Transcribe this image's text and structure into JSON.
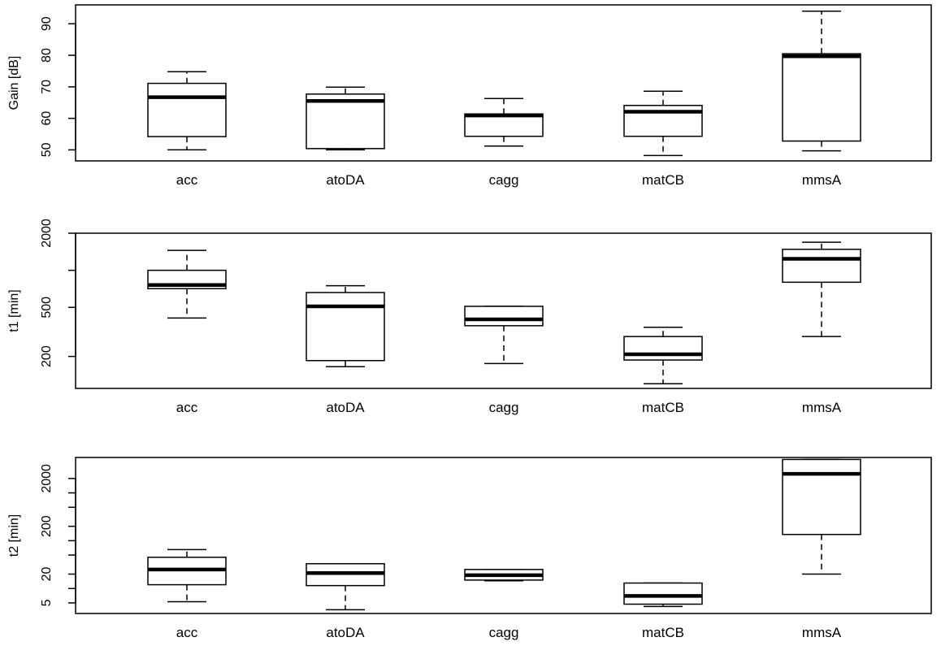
{
  "chart_data": [
    {
      "type": "boxplot",
      "ylabel": "Gain [dB]",
      "yscale": "linear",
      "ylim": [
        46.5,
        96
      ],
      "yticks": [
        50,
        60,
        70,
        80,
        90
      ],
      "ytick_labels": [
        "50",
        "60",
        "70",
        "80",
        "90"
      ],
      "categories": [
        "acc",
        "atoDA",
        "cagg",
        "matCB",
        "mmsA"
      ],
      "boxes": [
        {
          "min": 50,
          "q1": 54.2,
          "median": 66.7,
          "q3": 71.1,
          "max": 74.8
        },
        {
          "min": 50,
          "q1": 50.4,
          "median": 65.5,
          "q3": 67.7,
          "max": 69.9
        },
        {
          "min": 51.2,
          "q1": 54.3,
          "median": 60.9,
          "q3": 61.4,
          "max": 66.3
        },
        {
          "min": 48.2,
          "q1": 54.3,
          "median": 62.1,
          "q3": 64.1,
          "max": 68.6
        },
        {
          "min": 49.7,
          "q1": 52.8,
          "median": 79.7,
          "q3": 80.5,
          "max": 94
        }
      ]
    },
    {
      "type": "boxplot",
      "ylabel": "t1 [min]",
      "yscale": "log",
      "ylim": [
        110,
        2000
      ],
      "yticks": [
        200,
        500,
        1000,
        2000
      ],
      "ytick_labels": [
        "200",
        "500",
        "",
        "2000"
      ],
      "categories": [
        "acc",
        "atoDA",
        "cagg",
        "matCB",
        "mmsA"
      ],
      "boxes": [
        {
          "min": 410,
          "q1": 710,
          "median": 760,
          "q3": 1000,
          "max": 1450
        },
        {
          "min": 165,
          "q1": 185,
          "median": 510,
          "q3": 660,
          "max": 750
        },
        {
          "min": 175,
          "q1": 355,
          "median": 400,
          "q3": 510,
          "max": 510
        },
        {
          "min": 120,
          "q1": 187,
          "median": 208,
          "q3": 290,
          "max": 345
        },
        {
          "min": 290,
          "q1": 800,
          "median": 1240,
          "q3": 1480,
          "max": 1690
        }
      ]
    },
    {
      "type": "boxplot",
      "ylabel": "t2 [min]",
      "yscale": "log",
      "ylim": [
        3,
        5500
      ],
      "yticks": [
        5,
        10,
        20,
        50,
        100,
        200,
        500,
        1000,
        2000
      ],
      "ytick_labels": [
        "5",
        "",
        "20",
        "",
        "",
        "200",
        "",
        "",
        "2000"
      ],
      "categories": [
        "acc",
        "atoDA",
        "cagg",
        "matCB",
        "mmsA"
      ],
      "boxes": [
        {
          "min": 5.3,
          "q1": 12,
          "median": 25,
          "q3": 45,
          "max": 65
        },
        {
          "min": 3.6,
          "q1": 11.5,
          "median": 21,
          "q3": 33,
          "max": 33
        },
        {
          "min": 14.5,
          "q1": 15,
          "median": 19,
          "q3": 25,
          "max": 25
        },
        {
          "min": 4.2,
          "q1": 4.7,
          "median": 7,
          "q3": 13,
          "max": 13
        },
        {
          "min": 20,
          "q1": 135,
          "median": 2500,
          "q3": 5000,
          "max": 5000
        }
      ]
    }
  ]
}
